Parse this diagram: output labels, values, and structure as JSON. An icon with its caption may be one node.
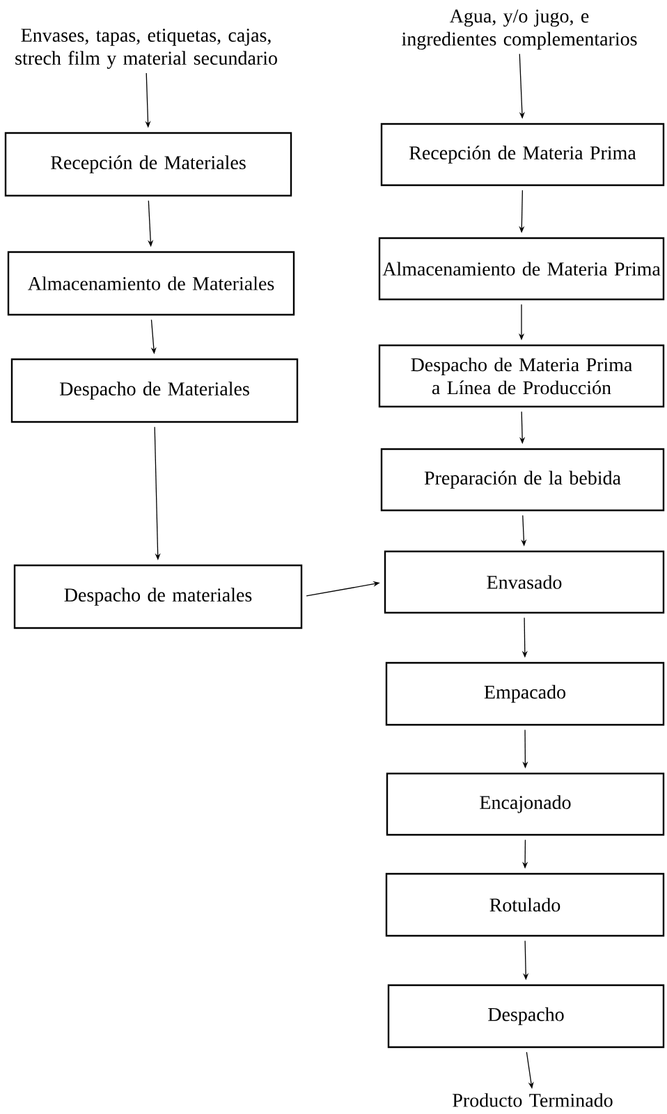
{
  "diagram": {
    "nodes": [
      {
        "text": [
          "Envases, tapas, etiquetas, cajas, strech film y material secundario"
        ]
      },
      {
        "text": [
          "Agua, y/o jugo, e ingredientes complementarios"
        ]
      },
      {
        "text": [
          "Recepción de Materiales"
        ]
      },
      {
        "text": [
          "Recepción de Materia Prima"
        ]
      },
      {
        "text": [
          "Almacenamiento de Materiales"
        ]
      },
      {
        "text": [
          "Almacenamiento de Materia Prima"
        ]
      },
      {
        "text": [
          "Despacho de Materiales"
        ]
      },
      {
        "text": [
          "Despacho de Materia Prima a Línea de Producción"
        ]
      },
      {
        "text": [
          "Despacho de materiales"
        ]
      },
      {
        "text": [
          "Preparación de la bebida"
        ]
      },
      {
        "text": [
          "Envasado"
        ]
      },
      {
        "text": [
          "Empacado"
        ]
      },
      {
        "text": [
          "Encajonado"
        ]
      },
      {
        "text": [
          "Rotulado"
        ]
      },
      {
        "text": [
          "Despacho"
        ]
      },
      {
        "text": [
          "Producto Terminado"
        ]
      }
    ],
    "edges": [
      {
        "from": 0,
        "to": 2,
        "arrow": "to"
      },
      {
        "from": 2,
        "to": 4,
        "arrow": "to"
      },
      {
        "from": 4,
        "to": 6,
        "arrow": "to"
      },
      {
        "from": 6,
        "to": 8,
        "arrow": "to"
      },
      {
        "from": 8,
        "to": 10,
        "arrow": "to"
      },
      {
        "from": 1,
        "to": 3,
        "arrow": "to"
      },
      {
        "from": 3,
        "to": 5,
        "arrow": "to"
      },
      {
        "from": 5,
        "to": 7,
        "arrow": "to"
      },
      {
        "from": 7,
        "to": 9,
        "arrow": "to"
      },
      {
        "from": 9,
        "to": 10,
        "arrow": "to"
      },
      {
        "from": 10,
        "to": 11,
        "arrow": "to"
      },
      {
        "from": 11,
        "to": 12,
        "arrow": "to"
      },
      {
        "from": 12,
        "to": 13,
        "arrow": "to"
      },
      {
        "from": 13,
        "to": 14,
        "arrow": "to"
      },
      {
        "from": 14,
        "to": 15,
        "arrow": "to"
      }
    ]
  }
}
